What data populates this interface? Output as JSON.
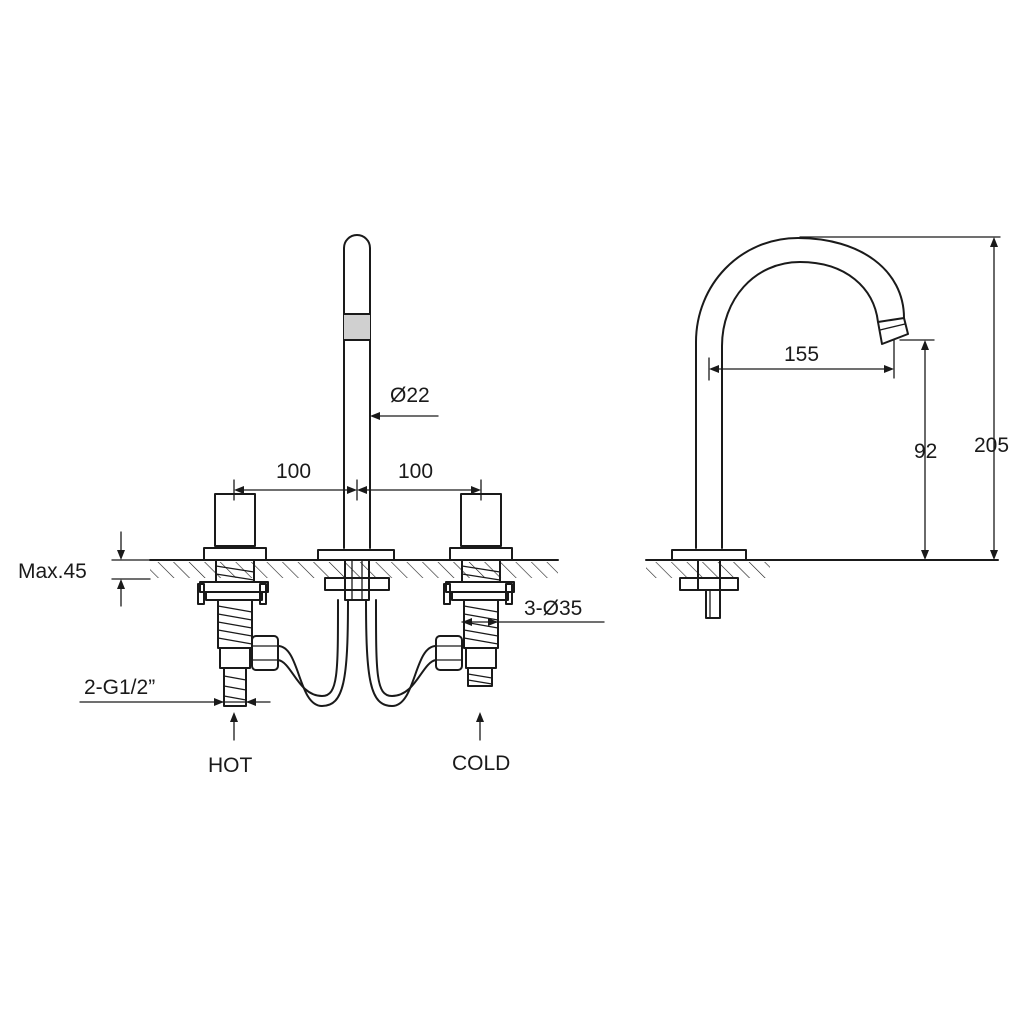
{
  "front_view": {
    "dimensions": {
      "spout_diameter": "Ø22",
      "left_spacing": "100",
      "right_spacing": "100",
      "deck_thickness": "Max.45",
      "hole_diameter": "3-Ø35",
      "connection": "2-G1/2”"
    },
    "inlets": {
      "hot": "HOT",
      "cold": "COLD"
    }
  },
  "side_view": {
    "dimensions": {
      "reach": "155",
      "outlet_height": "92",
      "total_height": "205"
    }
  },
  "colors": {
    "line": "#1a1a1a",
    "background": "#ffffff"
  }
}
